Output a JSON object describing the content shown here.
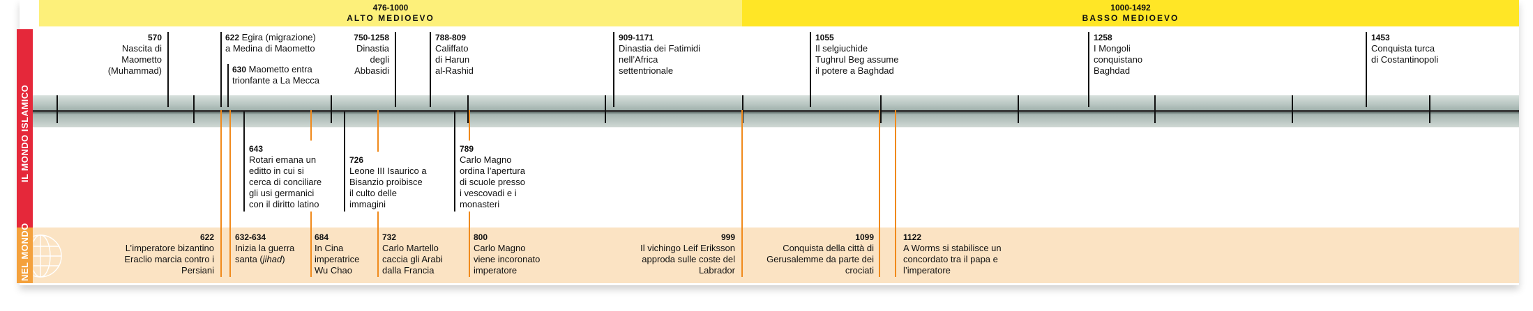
{
  "sidebar": {
    "islamic_label": "IL MONDO ISLAMICO",
    "world_label": "NEL MONDO"
  },
  "periods": [
    {
      "range": "476-1000",
      "name": "ALTO MEDIOEVO",
      "color": "#fdf07a"
    },
    {
      "range": "1000-1492",
      "name": "BASSO MEDIOEVO",
      "color": "#ffe626"
    }
  ],
  "islamic_top": [
    {
      "year": "570",
      "desc": "Nascita di\nMaometto\n(Muhammad)"
    },
    {
      "year": "622",
      "desc": "Egira (migrazione)\na Medina di Maometto"
    },
    {
      "year": "630",
      "desc": "Maometto entra\ntrionfante a La Mecca"
    },
    {
      "year": "750-1258",
      "desc": "Dinastia\ndegli\nAbbasidi"
    },
    {
      "year": "788-809",
      "desc": "Califfato\ndi Harun\nal-Rashid"
    },
    {
      "year": "909-1171",
      "desc": "Dinastia dei Fatimidi\nnell’Africa\nsettentrionale"
    },
    {
      "year": "1055",
      "desc": "Il selgiuchide\nTughrul Beg assume\nil potere a Baghdad"
    },
    {
      "year": "1258",
      "desc": "I Mongoli\nconquistano\nBaghdad"
    },
    {
      "year": "1453",
      "desc": "Conquista turca\ndi Costantinopoli"
    }
  ],
  "europe_mid": [
    {
      "year": "643",
      "desc": "Rotari emana un\neditto in cui si\ncerca di conciliare\ngli usi germanici\ncon il diritto latino"
    },
    {
      "year": "726",
      "desc": "Leone III Isaurico a\nBisanzio proibisce\nil culto delle\nimmagini"
    },
    {
      "year": "789",
      "desc": "Carlo Magno\nordina l’apertura\ndi scuole presso\ni vescovadi e i\nmonasteri"
    }
  ],
  "world": [
    {
      "year": "622",
      "desc": "L’imperatore bizantino\nEraclio marcia contro i\nPersiani"
    },
    {
      "year": "632-634",
      "desc_pre": "Inizia la guerra\nsanta (",
      "desc_em": "jihad",
      "desc_post": ")"
    },
    {
      "year": "684",
      "desc": "In Cina\nimperatrice\nWu Chao"
    },
    {
      "year": "732",
      "desc": "Carlo Martello\ncaccia gli Arabi\ndalla Francia"
    },
    {
      "year": "800",
      "desc": "Carlo Magno\nviene incoronato\nimperatore"
    },
    {
      "year": "999",
      "desc": "Il vichingo Leif Eriksson\napproda sulle coste del\nLabrador"
    },
    {
      "year": "1099",
      "desc": "Conquista della città di\nGerusalemme da parte dei\ncrociati"
    },
    {
      "year": "1122",
      "desc": "A Worms si stabilisce un\nconcordato tra il papa e\nl’imperatore"
    }
  ]
}
